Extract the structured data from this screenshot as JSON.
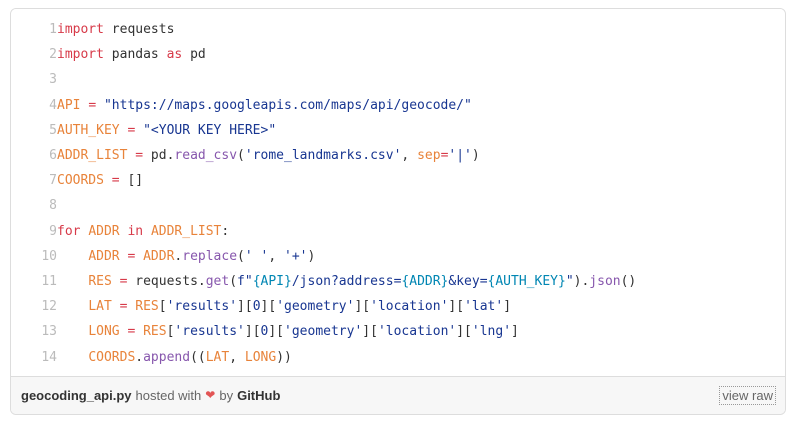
{
  "gist": {
    "filename": "geocoding_api.py",
    "meta": {
      "hosted_with": "hosted with",
      "heart_icon": "heart-icon",
      "heart_glyph": "❤",
      "by": "by",
      "provider": "GitHub",
      "view_raw_label": "view raw"
    },
    "colors": {
      "keyword": "#d73a49",
      "identifier": "#e8833a",
      "string": "#183691",
      "interpolation": "#0086b3",
      "function": "#8757ad",
      "plain": "#323232",
      "linenumber": "#bbbbbb",
      "border": "#dddddd",
      "footer_bg": "#f7f7f7"
    },
    "lines": [
      {
        "num": "1",
        "tokens": [
          {
            "t": "import",
            "c": "k"
          },
          {
            "t": " requests",
            "c": "p"
          }
        ]
      },
      {
        "num": "2",
        "tokens": [
          {
            "t": "import",
            "c": "k"
          },
          {
            "t": " pandas ",
            "c": "p"
          },
          {
            "t": "as",
            "c": "k"
          },
          {
            "t": " pd",
            "c": "p"
          }
        ]
      },
      {
        "num": "3",
        "tokens": []
      },
      {
        "num": "4",
        "tokens": [
          {
            "t": "API",
            "c": "n"
          },
          {
            "t": " ",
            "c": "p"
          },
          {
            "t": "=",
            "c": "op"
          },
          {
            "t": " ",
            "c": "p"
          },
          {
            "t": "\"https://maps.googleapis.com/maps/api/geocode/\"",
            "c": "s"
          }
        ]
      },
      {
        "num": "5",
        "tokens": [
          {
            "t": "AUTH_KEY",
            "c": "n"
          },
          {
            "t": " ",
            "c": "p"
          },
          {
            "t": "=",
            "c": "op"
          },
          {
            "t": " ",
            "c": "p"
          },
          {
            "t": "\"<YOUR KEY HERE>\"",
            "c": "s"
          }
        ]
      },
      {
        "num": "6",
        "tokens": [
          {
            "t": "ADDR_LIST",
            "c": "n"
          },
          {
            "t": " ",
            "c": "p"
          },
          {
            "t": "=",
            "c": "op"
          },
          {
            "t": " pd.",
            "c": "p"
          },
          {
            "t": "read_csv",
            "c": "fn"
          },
          {
            "t": "(",
            "c": "p"
          },
          {
            "t": "'rome_landmarks.csv'",
            "c": "s"
          },
          {
            "t": ", ",
            "c": "p"
          },
          {
            "t": "sep",
            "c": "n"
          },
          {
            "t": "=",
            "c": "op"
          },
          {
            "t": "'|'",
            "c": "s"
          },
          {
            "t": ")",
            "c": "p"
          }
        ]
      },
      {
        "num": "7",
        "tokens": [
          {
            "t": "COORDS",
            "c": "n"
          },
          {
            "t": " ",
            "c": "p"
          },
          {
            "t": "=",
            "c": "op"
          },
          {
            "t": " []",
            "c": "p"
          }
        ]
      },
      {
        "num": "8",
        "tokens": []
      },
      {
        "num": "9",
        "tokens": [
          {
            "t": "for",
            "c": "k"
          },
          {
            "t": " ",
            "c": "p"
          },
          {
            "t": "ADDR",
            "c": "n"
          },
          {
            "t": " ",
            "c": "p"
          },
          {
            "t": "in",
            "c": "k"
          },
          {
            "t": " ",
            "c": "p"
          },
          {
            "t": "ADDR_LIST",
            "c": "n"
          },
          {
            "t": ":",
            "c": "p"
          }
        ]
      },
      {
        "num": "10",
        "tokens": [
          {
            "t": "    ",
            "c": "p"
          },
          {
            "t": "ADDR",
            "c": "n"
          },
          {
            "t": " ",
            "c": "p"
          },
          {
            "t": "=",
            "c": "op"
          },
          {
            "t": " ",
            "c": "p"
          },
          {
            "t": "ADDR",
            "c": "n"
          },
          {
            "t": ".",
            "c": "p"
          },
          {
            "t": "replace",
            "c": "fn"
          },
          {
            "t": "(",
            "c": "p"
          },
          {
            "t": "' '",
            "c": "s"
          },
          {
            "t": ", ",
            "c": "p"
          },
          {
            "t": "'+'",
            "c": "s"
          },
          {
            "t": ")",
            "c": "p"
          }
        ]
      },
      {
        "num": "11",
        "tokens": [
          {
            "t": "    ",
            "c": "p"
          },
          {
            "t": "RES",
            "c": "n"
          },
          {
            "t": " ",
            "c": "p"
          },
          {
            "t": "=",
            "c": "op"
          },
          {
            "t": " requests.",
            "c": "p"
          },
          {
            "t": "get",
            "c": "fn"
          },
          {
            "t": "(",
            "c": "p"
          },
          {
            "t": "f\"",
            "c": "s"
          },
          {
            "t": "{API}",
            "c": "si"
          },
          {
            "t": "/json?address=",
            "c": "s"
          },
          {
            "t": "{ADDR}",
            "c": "si"
          },
          {
            "t": "&key=",
            "c": "s"
          },
          {
            "t": "{AUTH_KEY}",
            "c": "si"
          },
          {
            "t": "\"",
            "c": "s"
          },
          {
            "t": ").",
            "c": "p"
          },
          {
            "t": "json",
            "c": "fn"
          },
          {
            "t": "()",
            "c": "p"
          }
        ]
      },
      {
        "num": "12",
        "tokens": [
          {
            "t": "    ",
            "c": "p"
          },
          {
            "t": "LAT",
            "c": "n"
          },
          {
            "t": " ",
            "c": "p"
          },
          {
            "t": "=",
            "c": "op"
          },
          {
            "t": " ",
            "c": "p"
          },
          {
            "t": "RES",
            "c": "n"
          },
          {
            "t": "[",
            "c": "p"
          },
          {
            "t": "'results'",
            "c": "s"
          },
          {
            "t": "][",
            "c": "p"
          },
          {
            "t": "0",
            "c": "no"
          },
          {
            "t": "][",
            "c": "p"
          },
          {
            "t": "'geometry'",
            "c": "s"
          },
          {
            "t": "][",
            "c": "p"
          },
          {
            "t": "'location'",
            "c": "s"
          },
          {
            "t": "][",
            "c": "p"
          },
          {
            "t": "'lat'",
            "c": "s"
          },
          {
            "t": "]",
            "c": "p"
          }
        ]
      },
      {
        "num": "13",
        "tokens": [
          {
            "t": "    ",
            "c": "p"
          },
          {
            "t": "LONG",
            "c": "n"
          },
          {
            "t": " ",
            "c": "p"
          },
          {
            "t": "=",
            "c": "op"
          },
          {
            "t": " ",
            "c": "p"
          },
          {
            "t": "RES",
            "c": "n"
          },
          {
            "t": "[",
            "c": "p"
          },
          {
            "t": "'results'",
            "c": "s"
          },
          {
            "t": "][",
            "c": "p"
          },
          {
            "t": "0",
            "c": "no"
          },
          {
            "t": "][",
            "c": "p"
          },
          {
            "t": "'geometry'",
            "c": "s"
          },
          {
            "t": "][",
            "c": "p"
          },
          {
            "t": "'location'",
            "c": "s"
          },
          {
            "t": "][",
            "c": "p"
          },
          {
            "t": "'lng'",
            "c": "s"
          },
          {
            "t": "]",
            "c": "p"
          }
        ]
      },
      {
        "num": "14",
        "tokens": [
          {
            "t": "    ",
            "c": "p"
          },
          {
            "t": "COORDS",
            "c": "n"
          },
          {
            "t": ".",
            "c": "p"
          },
          {
            "t": "append",
            "c": "fn"
          },
          {
            "t": "((",
            "c": "p"
          },
          {
            "t": "LAT",
            "c": "n"
          },
          {
            "t": ", ",
            "c": "p"
          },
          {
            "t": "LONG",
            "c": "n"
          },
          {
            "t": "))",
            "c": "p"
          }
        ]
      }
    ]
  }
}
